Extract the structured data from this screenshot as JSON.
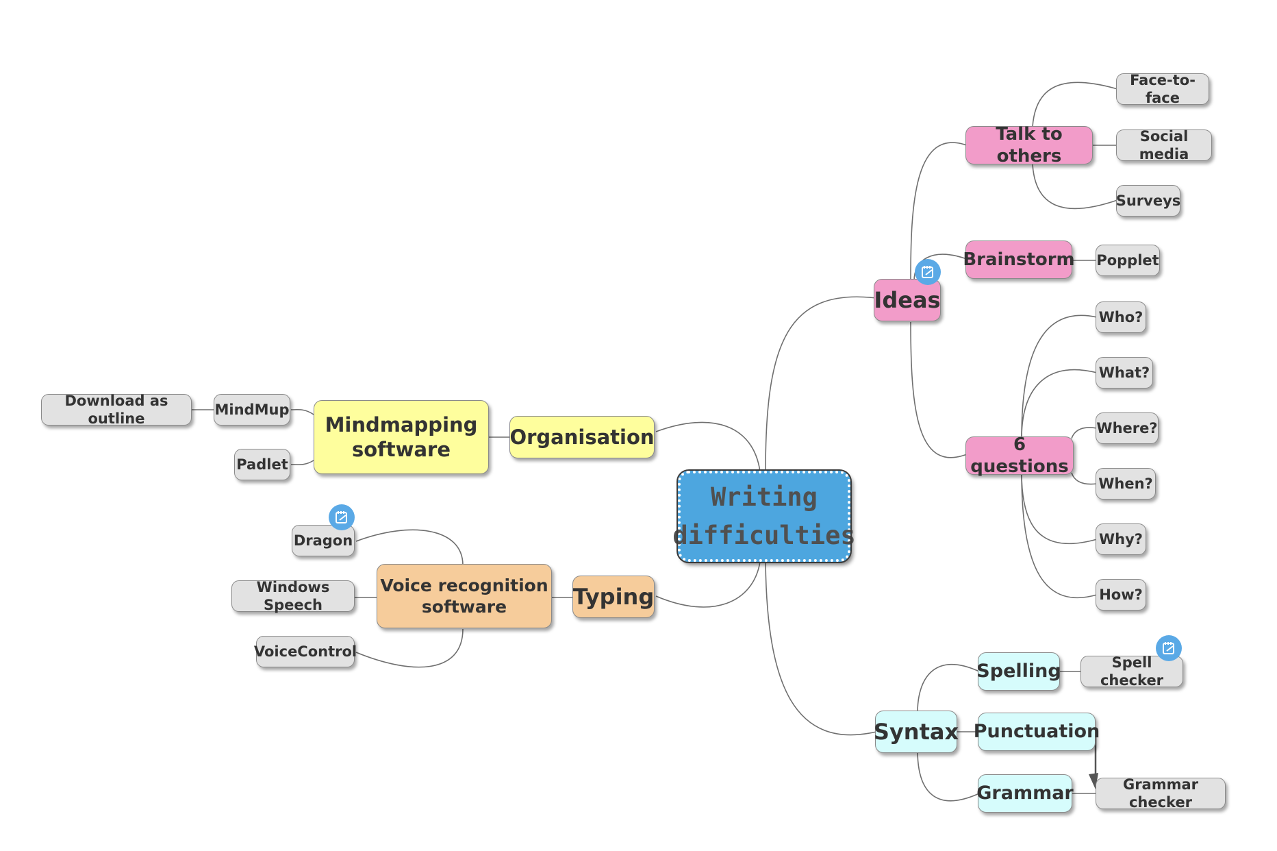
{
  "central": {
    "label_line1": "Writing",
    "label_line2": "difficulties",
    "color": "#4da6df"
  },
  "colors": {
    "pink": "#f29cc9",
    "yellow": "#fefe9d",
    "orange": "#f6cc9b",
    "cyan": "#d6fcfc",
    "leaf": "#e2e2e2"
  },
  "branches": {
    "ideas": {
      "label": "Ideas",
      "talk": {
        "label": "Talk to others",
        "children": [
          "Face-to-face",
          "Social media",
          "Surveys"
        ]
      },
      "brainstorm": {
        "label": "Brainstorm",
        "children": [
          "Popplet"
        ]
      },
      "six": {
        "label": "6 questions",
        "children": [
          "Who?",
          "What?",
          "Where?",
          "When?",
          "Why?",
          "How?"
        ]
      }
    },
    "syntax": {
      "label": "Syntax",
      "spelling": {
        "label": "Spelling",
        "children": [
          "Spell checker"
        ]
      },
      "punctuation": {
        "label": "Punctuation"
      },
      "grammar": {
        "label": "Grammar",
        "children": [
          "Grammar checker"
        ]
      }
    },
    "organisation": {
      "label": "Organisation",
      "mindmapping": {
        "label_line1": "Mindmapping",
        "label_line2": "software"
      },
      "mindmup": {
        "label": "MindMup",
        "children": [
          "Download as outline"
        ]
      },
      "padlet": {
        "label": "Padlet"
      }
    },
    "typing": {
      "label": "Typing",
      "voice": {
        "label_line1": "Voice recognition",
        "label_line2": "software",
        "children": [
          "Dragon",
          "Windows Speech",
          "VoiceControl"
        ]
      }
    }
  },
  "icons": {
    "note": "note-icon"
  }
}
